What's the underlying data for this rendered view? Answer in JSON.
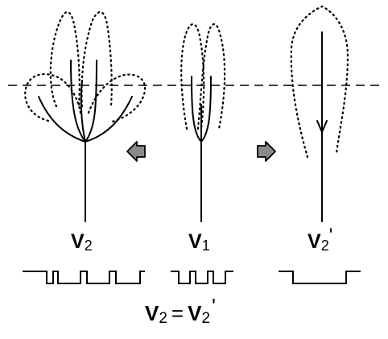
{
  "labels": {
    "left_symbol": "V",
    "left_subscript": "2",
    "middle_symbol": "V",
    "middle_subscript": "1",
    "right_symbol": "V",
    "right_subscript": "2",
    "right_prime": "'"
  },
  "equation": {
    "lhs_symbol": "V",
    "lhs_subscript": "2",
    "operator": "=",
    "rhs_symbol": "V",
    "rhs_subscript": "2",
    "rhs_prime": "'"
  },
  "colors": {
    "ink": "#000000",
    "arrow_fill": "#8a8a8a",
    "background": "#ffffff"
  }
}
